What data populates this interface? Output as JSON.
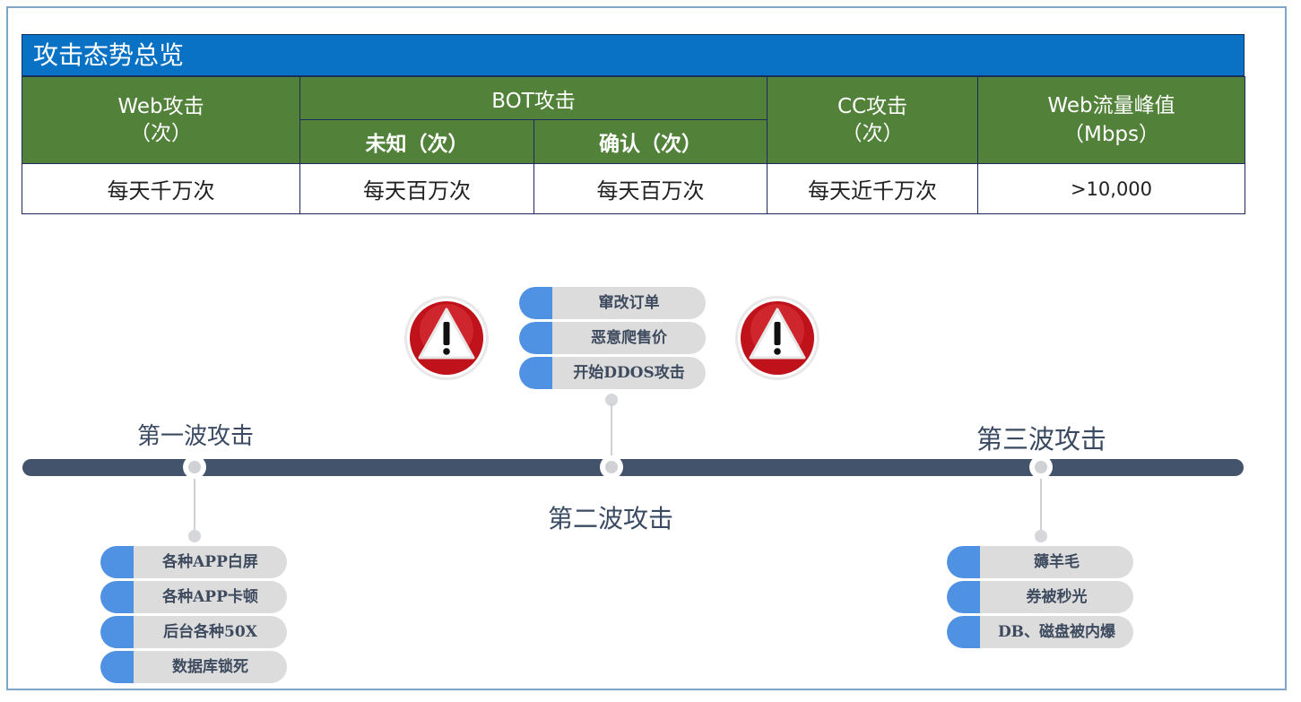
{
  "table": {
    "title": "攻击态势总览",
    "headers": {
      "web": "Web攻击\n（次）",
      "bot": "BOT攻击",
      "bot_unknown": "未知（次）",
      "bot_confirmed": "确认（次）",
      "cc": "CC攻击\n（次）",
      "peak": "Web流量峰值\n（Mbps）"
    },
    "row": {
      "web": "每天千万次",
      "bot_unknown": "每天百万次",
      "bot_confirmed": "每天百万次",
      "cc": "每天近千万次",
      "peak": ">10,000"
    }
  },
  "timeline": {
    "wave1": {
      "label": "第一波攻击",
      "items": [
        "各种APP白屏",
        "各种APP卡顿",
        "后台各种50X",
        "数据库锁死"
      ]
    },
    "wave2": {
      "label": "第二波攻击",
      "items": [
        "窜改订单",
        "恶意爬售价",
        "开始DDOS攻击"
      ]
    },
    "wave3": {
      "label": "第三波攻击",
      "items": [
        "薅羊毛",
        "券被秒光",
        "DB、磁盘被内爆"
      ]
    }
  },
  "colors": {
    "title_bar": "#0a72c4",
    "header_green": "#52813a",
    "axis": "#43536b",
    "pill_cap": "#4f91e3",
    "pill_body": "#dcdcdc",
    "warning_red": "#c0121b"
  },
  "icons": [
    "warning-icon-left",
    "warning-icon-right"
  ]
}
